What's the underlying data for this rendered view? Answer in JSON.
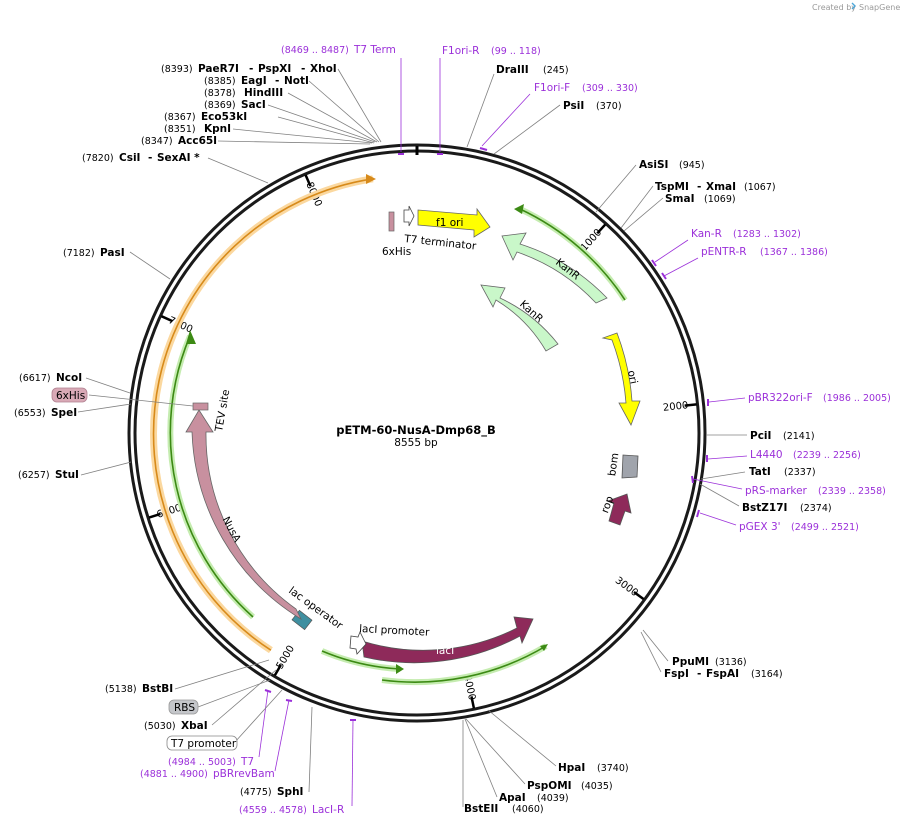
{
  "map": {
    "name": "pETM-60-NusA-Dmp68_B",
    "length_label": "8555 bp",
    "total_bp": 8555
  },
  "brand": {
    "created_by": "Created by",
    "product": "SnapGene"
  },
  "colors": {
    "backbone": "#1a1a1a",
    "primer": "#9b30d9",
    "orf_dark": "#8e2a5a",
    "orf_nusa": "#c8909f",
    "kan": "#c9f7c9",
    "yellow": "#ffff00",
    "gray_feat": "#a0a4ac",
    "orange_frame": "#f0a030",
    "green_frame": "#5ca020"
  },
  "tick_labels": [
    "1000",
    "2000",
    "3000",
    "4000",
    "5000",
    "6000",
    "7000",
    "8000"
  ],
  "enzymes": [
    {
      "pos": "(8393)",
      "name": "PaeR7I",
      "extra": [
        "PspXI",
        "XhoI"
      ]
    },
    {
      "pos": "(8385)",
      "name": "EagI",
      "extra": [
        "NotI"
      ]
    },
    {
      "pos": "(8378)",
      "name": "HindIII",
      "extra": []
    },
    {
      "pos": "(8369)",
      "name": "SacI",
      "extra": []
    },
    {
      "pos": "(8367)",
      "name": "Eco53kI",
      "extra": []
    },
    {
      "pos": "(8351)",
      "name": "KpnI",
      "extra": []
    },
    {
      "pos": "(8347)",
      "name": "Acc65I",
      "extra": []
    },
    {
      "pos": "(7820)",
      "name": "CsiI",
      "extra": [
        "SexAI *"
      ]
    },
    {
      "pos": "(7182)",
      "name": "PasI",
      "extra": []
    },
    {
      "pos": "(6617)",
      "name": "NcoI",
      "extra": []
    },
    {
      "pos": "(6553)",
      "name": "SpeI",
      "extra": []
    },
    {
      "pos": "(6257)",
      "name": "StuI",
      "extra": []
    },
    {
      "pos": "(5138)",
      "name": "BstBI",
      "extra": []
    },
    {
      "pos": "(5030)",
      "name": "XbaI",
      "extra": []
    },
    {
      "pos": "(4775)",
      "name": "SphI",
      "extra": []
    },
    {
      "pos": "(245)",
      "name": "DraIII",
      "extra": []
    },
    {
      "pos": "(370)",
      "name": "PsiI",
      "extra": []
    },
    {
      "pos": "(945)",
      "name": "AsiSI",
      "extra": []
    },
    {
      "pos": "(1067)",
      "name": "TspMI",
      "extra": [
        "XmaI"
      ]
    },
    {
      "pos": "(1069)",
      "name": "SmaI",
      "extra": []
    },
    {
      "pos": "(2141)",
      "name": "PciI",
      "extra": []
    },
    {
      "pos": "(2337)",
      "name": "TatI",
      "extra": []
    },
    {
      "pos": "(2374)",
      "name": "BstZ17I",
      "extra": []
    },
    {
      "pos": "(3136)",
      "name": "PpuMI",
      "extra": []
    },
    {
      "pos": "(3164)",
      "name": "FspI",
      "extra": [
        "FspAI"
      ]
    },
    {
      "pos": "(3740)",
      "name": "HpaI",
      "extra": []
    },
    {
      "pos": "(4035)",
      "name": "PspOMI",
      "extra": []
    },
    {
      "pos": "(4039)",
      "name": "ApaI",
      "extra": []
    },
    {
      "pos": "(4060)",
      "name": "BstEII",
      "extra": []
    }
  ],
  "primers": [
    {
      "name": "T7 Term",
      "range": "(8469 .. 8487)"
    },
    {
      "name": "F1ori-R",
      "range": "(99 .. 118)"
    },
    {
      "name": "F1ori-F",
      "range": "(309 .. 330)"
    },
    {
      "name": "Kan-R",
      "range": "(1283 .. 1302)"
    },
    {
      "name": "pENTR-R",
      "range": "(1367 .. 1386)"
    },
    {
      "name": "pBR322ori-F",
      "range": "(1986 .. 2005)"
    },
    {
      "name": "L4440",
      "range": "(2239 .. 2256)"
    },
    {
      "name": "pRS-marker",
      "range": "(2339 .. 2358)"
    },
    {
      "name": "pGEX 3'",
      "range": "(2499 .. 2521)"
    },
    {
      "name": "T7",
      "range": "(4984 .. 5003)"
    },
    {
      "name": "pBRrevBam",
      "range": "(4881 .. 4900)"
    },
    {
      "name": "LacI-R",
      "range": "(4559 .. 4578)"
    }
  ],
  "boxed_features": {
    "his": "6xHis",
    "rbs": "RBS",
    "t7promoter": "T7 promoter"
  },
  "features": {
    "f1ori": "f1 ori",
    "t7term": "T7 terminator",
    "sixhis": "6xHis",
    "kanr1": "KanR",
    "kanr2": "KanR",
    "ori": "ori",
    "bom": "bom",
    "rop": "rop",
    "laci": "lacI",
    "laci_promoter": "lacI promoter",
    "lac_operator": "lac operator",
    "nusa": "NusA",
    "tev": "TEV site"
  }
}
